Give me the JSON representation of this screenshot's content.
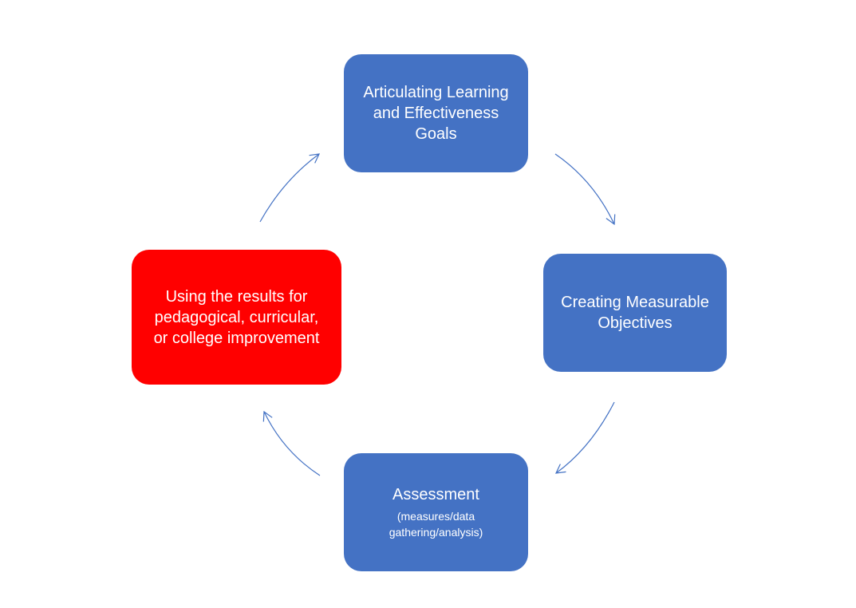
{
  "diagram": {
    "nodes": {
      "goals": {
        "text": "Articulating Learning\nand Effectiveness\nGoals"
      },
      "objectives": {
        "text": "Creating Measurable\nObjectives"
      },
      "assessment": {
        "text": "Assessment",
        "subtext": "(measures/data\ngathering/analysis)"
      },
      "results": {
        "text": "Using the results for\npedagogical, curricular,\nor college improvement"
      }
    },
    "colors": {
      "node_blue": "#4472c4",
      "node_red": "#ff0000",
      "arrow": "#4472c4",
      "text": "#ffffff"
    },
    "edges": [
      {
        "from": "goals",
        "to": "objectives"
      },
      {
        "from": "objectives",
        "to": "assessment"
      },
      {
        "from": "assessment",
        "to": "results"
      },
      {
        "from": "results",
        "to": "goals"
      }
    ]
  }
}
